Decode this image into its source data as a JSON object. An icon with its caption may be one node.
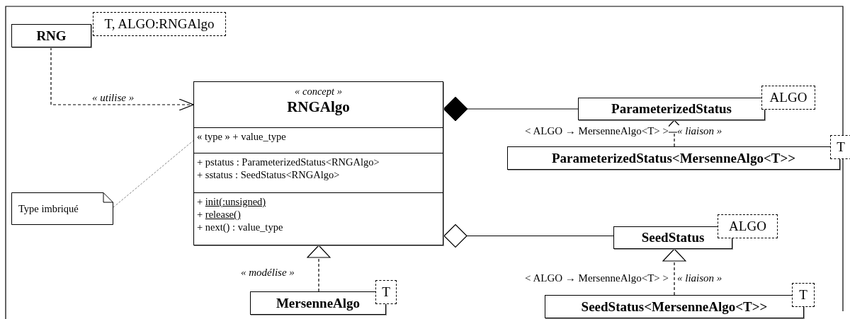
{
  "diagram": {
    "nodes": [
      {
        "text": [
          "RNG"
        ]
      },
      {
        "text": [
          "T, ALGO:RNGAlgo"
        ]
      },
      {
        "text": [
          "« concept »",
          "RNGAlgo",
          "« type » + value_type",
          "+ pstatus : ParameterizedStatus<RNGAlgo>",
          "+ sstatus : SeedStatus<RNGAlgo>",
          "+ init(:unsigned)",
          "+ release()",
          "+ next() : value_type"
        ]
      },
      {
        "text": [
          "ParameterizedStatus"
        ]
      },
      {
        "text": [
          "ALGO"
        ]
      },
      {
        "text": [
          "ParameterizedStatus<MersenneAlgo<T>>"
        ]
      },
      {
        "text": [
          "T"
        ]
      },
      {
        "text": [
          "Type imbriqué"
        ]
      },
      {
        "text": [
          "SeedStatus"
        ]
      },
      {
        "text": [
          "ALGO"
        ]
      },
      {
        "text": [
          "MersenneAlgo"
        ]
      },
      {
        "text": [
          "T"
        ]
      },
      {
        "text": [
          "SeedStatus<MersenneAlgo<T>>"
        ]
      },
      {
        "text": [
          "T"
        ]
      }
    ],
    "edges": [
      {
        "from": 0,
        "to": 2,
        "arrow": "to",
        "label": "« utilise »",
        "style": "dashed"
      },
      {
        "from": 7,
        "to": 2,
        "arrow": "none",
        "style": "dashed",
        "color": "#666666"
      },
      {
        "from": 2,
        "to": 3,
        "arrow": "other"
      },
      {
        "from": 2,
        "to": 8,
        "arrow": "other"
      },
      {
        "from": 5,
        "to": 3,
        "arrow": "to",
        "label": "« liaison »",
        "style": "dashed"
      },
      {
        "from": 12,
        "to": 8,
        "arrow": "to",
        "label": "« liaison »",
        "style": "dashed"
      },
      {
        "from": 10,
        "to": 2,
        "arrow": "to",
        "label": "« modélise »",
        "style": "dashed"
      }
    ],
    "labels": [
      "< ALGO → MersenneAlgo<T> >",
      "< ALGO → MersenneAlgo<T> >"
    ]
  }
}
